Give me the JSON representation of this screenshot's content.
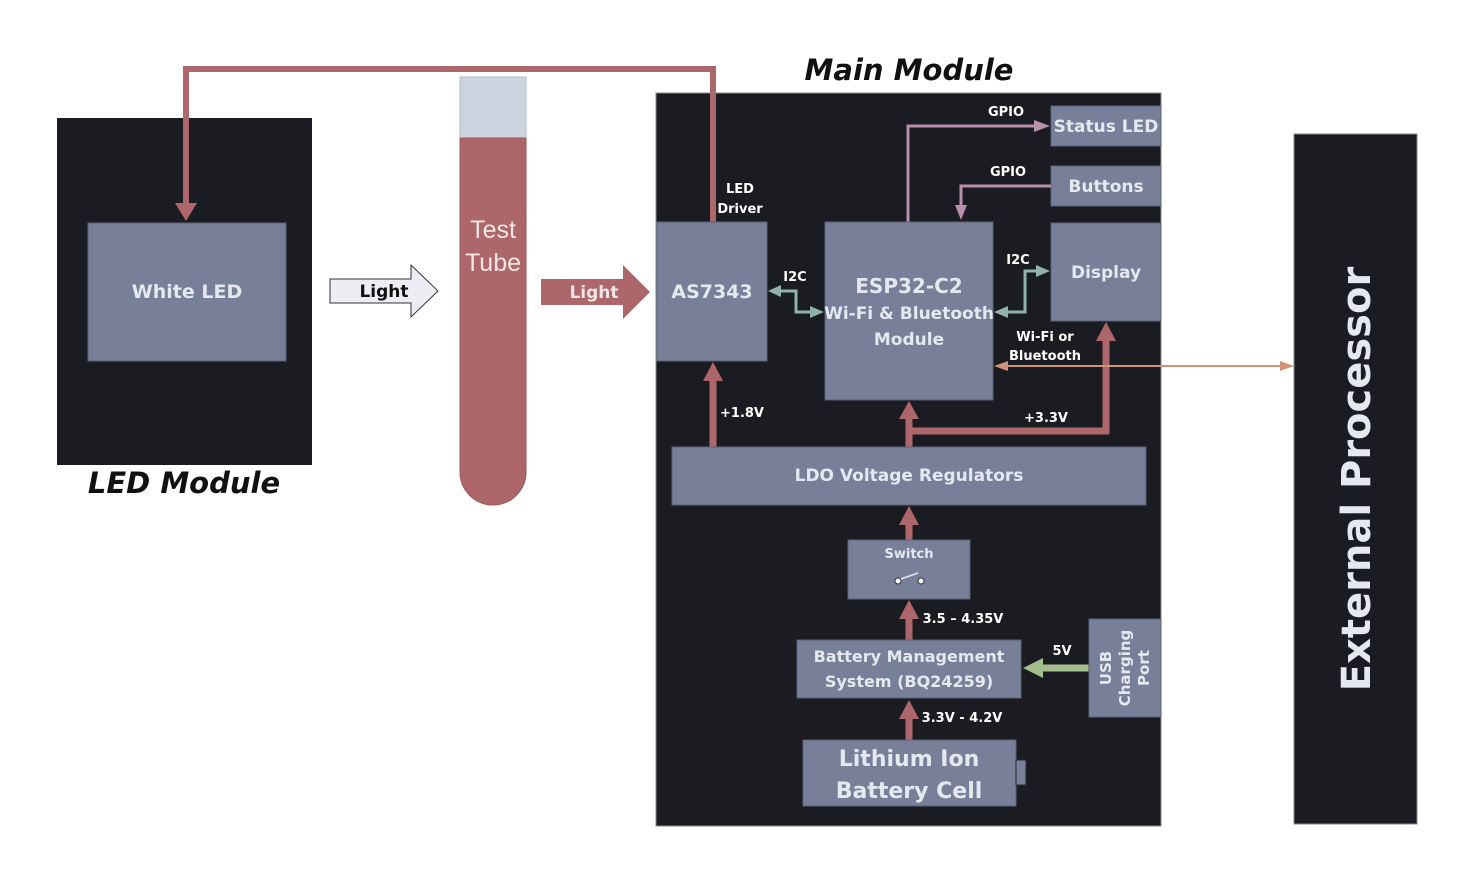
{
  "colors": {
    "background": "#ffffff",
    "module_dark": "#1b1c21",
    "block_fill": "#787f98",
    "block_text": "#e6e8ef",
    "power_line": "#ad676b",
    "gpio_line": "#b98fab",
    "i2c_line": "#8fb3ab",
    "wireless_line": "#d0947a",
    "usb_line": "#a3bd8d",
    "tube_cap": "#cdd4e0",
    "tube_liquid": "#ad676b",
    "light_arrow_in": "#eceef4"
  },
  "titles": {
    "main_module": "Main Module",
    "led_module": "LED Module",
    "external_processor": "External Processor"
  },
  "blocks": {
    "white_led": "White LED",
    "test_tube": [
      "Test",
      "Tube"
    ],
    "as7343": "AS7343",
    "esp32": [
      "ESP32-C2",
      "Wi-Fi & Bluetooth",
      "Module"
    ],
    "status_led": "Status LED",
    "buttons": "Buttons",
    "display": "Display",
    "ldo": "LDO Voltage Regulators",
    "switch": "Switch",
    "bms": [
      "Battery Management",
      "System (BQ24259)"
    ],
    "battery": [
      "Lithium Ion",
      "Battery Cell"
    ],
    "usb": [
      "USB",
      "Charging",
      "Port"
    ]
  },
  "labels": {
    "light_in": "Light",
    "light_out": "Light",
    "led_driver": [
      "LED",
      "Driver"
    ],
    "gpio_status": "GPIO",
    "gpio_buttons": "GPIO",
    "i2c_as7343": "I2C",
    "i2c_display": "I2C",
    "wireless": [
      "Wi-Fi or",
      "Bluetooth"
    ],
    "v_1_8": "+1.8V",
    "v_3_3": "+3.3V",
    "v_switch": "3.5 – 4.35V",
    "v_battery": "3.3V - 4.2V",
    "v_usb": "5V"
  }
}
